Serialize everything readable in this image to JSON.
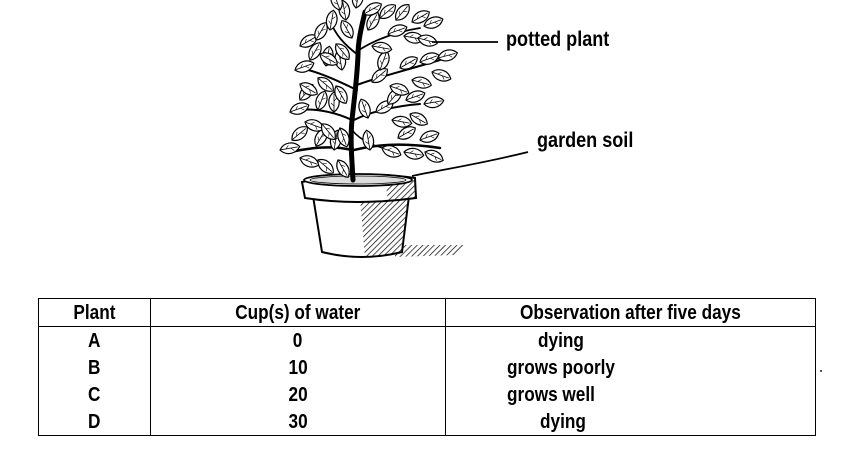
{
  "labels": {
    "plant": "potted plant",
    "soil": "garden soil"
  },
  "table": {
    "headers": [
      "Plant",
      "Cup(s) of water",
      "Observation after five days"
    ],
    "rows": [
      {
        "plant": "A",
        "water": "0",
        "observation": "dying"
      },
      {
        "plant": "B",
        "water": "10",
        "observation": "grows poorly"
      },
      {
        "plant": "C",
        "water": "20",
        "observation": "grows well"
      },
      {
        "plant": "D",
        "water": "30",
        "observation": "dying"
      }
    ]
  }
}
